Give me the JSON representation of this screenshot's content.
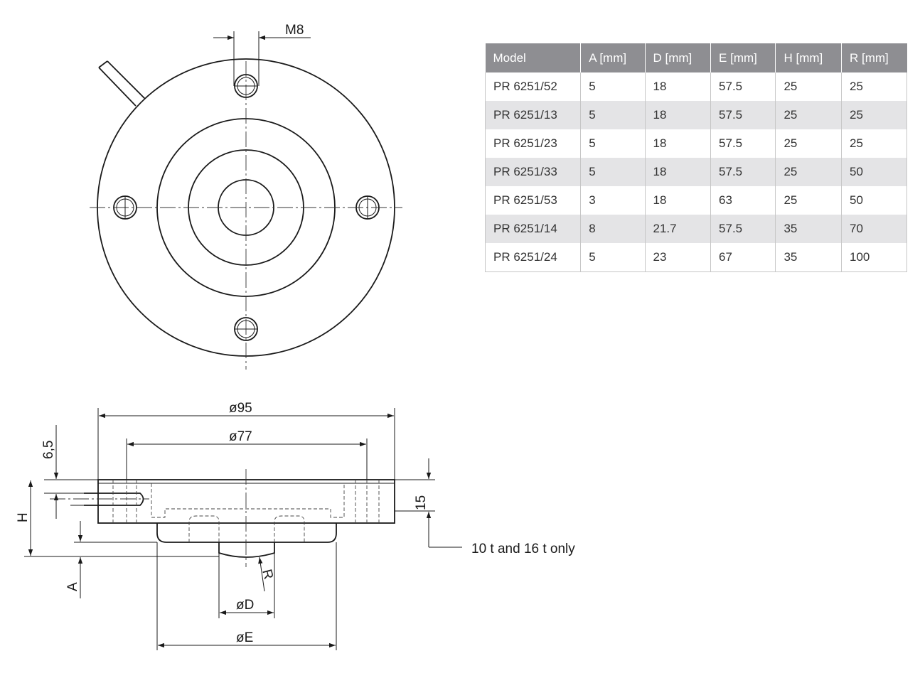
{
  "diagram": {
    "labels": {
      "m8": "M8",
      "d95": "ø95",
      "d77": "ø77",
      "h65": "6,5",
      "h": "H",
      "a": "A",
      "d15": "15",
      "r": "R",
      "dd": "øD",
      "de": "øE",
      "note": "10 t and 16 t only"
    }
  },
  "table": {
    "headers": [
      "Model",
      "A [mm]",
      "D [mm]",
      "E [mm]",
      "H [mm]",
      "R [mm]"
    ],
    "rows": [
      [
        "PR 6251/52",
        "5",
        "18",
        "57.5",
        "25",
        "25"
      ],
      [
        "PR 6251/13",
        "5",
        "18",
        "57.5",
        "25",
        "25"
      ],
      [
        "PR 6251/23",
        "5",
        "18",
        "57.5",
        "25",
        "25"
      ],
      [
        "PR 6251/33",
        "5",
        "18",
        "57.5",
        "25",
        "50"
      ],
      [
        "PR 6251/53",
        "3",
        "18",
        "63",
        "25",
        "50"
      ],
      [
        "PR 6251/14",
        "8",
        "21.7",
        "57.5",
        "35",
        "70"
      ],
      [
        "PR 6251/24",
        "5",
        "23",
        "67",
        "35",
        "100"
      ]
    ]
  }
}
